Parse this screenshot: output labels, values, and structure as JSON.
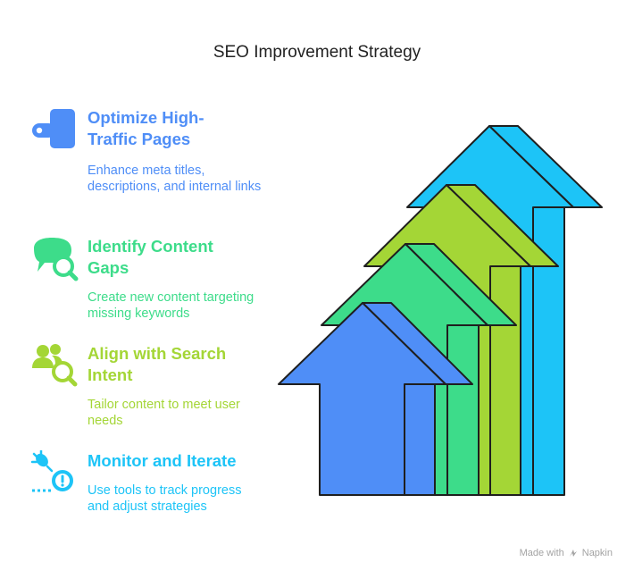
{
  "title": "SEO Improvement Strategy",
  "steps": [
    {
      "heading_line1": "Optimize High-",
      "heading_line2": "Traffic Pages",
      "description": "Enhance meta titles, descriptions, and internal links",
      "icon": "signpost-icon",
      "color": "#4f8ef7"
    },
    {
      "heading_line1": "Identify Content",
      "heading_line2": "Gaps",
      "description": "Create new content targeting missing keywords",
      "icon": "chat-search-icon",
      "color": "#3ddc8a"
    },
    {
      "heading_line1": "Align with Search",
      "heading_line2": "Intent",
      "description": "Tailor content to meet user needs",
      "icon": "users-search-icon",
      "color": "#a4d636"
    },
    {
      "heading_line1": "Monitor and Iterate",
      "heading_line2": "",
      "description": "Use tools to track progress and adjust strategies",
      "icon": "bug-search-icon",
      "color": "#1dc4f7"
    }
  ],
  "arrow_colors": {
    "arrow1": "#4f8ef7",
    "arrow2": "#3ddc8a",
    "arrow3": "#a4d636",
    "arrow4": "#1dc4f7",
    "outline": "#1f1f1f"
  },
  "credit": {
    "prefix": "Made with",
    "brand": "Napkin"
  }
}
